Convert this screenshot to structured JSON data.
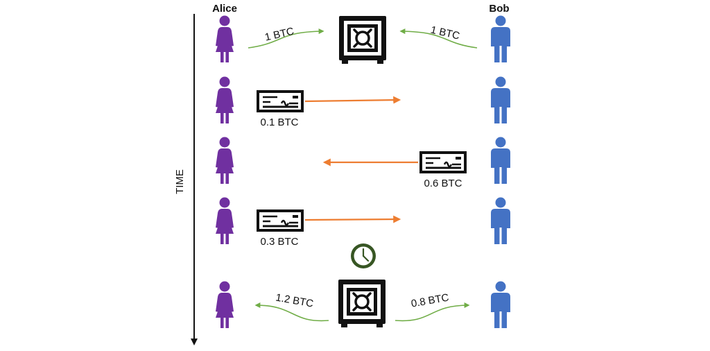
{
  "colors": {
    "alice": "#7030A0",
    "bob": "#4472C4",
    "deposit_arrow": "#70AD47",
    "payment_arrow": "#ED7D31",
    "clock": "#375623",
    "ink": "#111111"
  },
  "participants": {
    "left": "Alice",
    "right": "Bob"
  },
  "time_axis": {
    "label": "TIME"
  },
  "funding": {
    "alice_amount": "1 BTC",
    "bob_amount": "1 BTC",
    "icon": "safe-icon"
  },
  "payments": [
    {
      "amount": "0.1 BTC",
      "direction": "alice-to-bob",
      "icon": "cheque-icon"
    },
    {
      "amount": "0.6 BTC",
      "direction": "bob-to-alice",
      "icon": "cheque-icon"
    },
    {
      "amount": "0.3 BTC",
      "direction": "alice-to-bob",
      "icon": "cheque-icon"
    }
  ],
  "settlement": {
    "alice_amount": "1.2 BTC",
    "bob_amount": "0.8 BTC",
    "icon": "safe-icon",
    "timer_icon": "clock-icon"
  }
}
